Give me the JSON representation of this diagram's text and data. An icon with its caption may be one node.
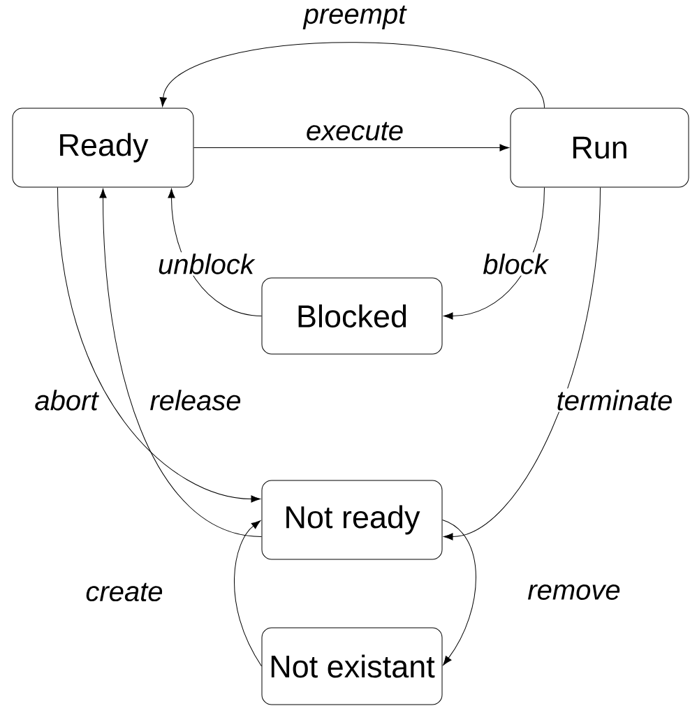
{
  "diagram": {
    "nodes": [
      {
        "text": [
          "Ready"
        ]
      },
      {
        "text": [
          "Run"
        ]
      },
      {
        "text": [
          "Blocked"
        ]
      },
      {
        "text": [
          "Not ready"
        ]
      },
      {
        "text": [
          "Not existant"
        ]
      }
    ],
    "edges": [
      {
        "from": 1,
        "to": 0,
        "arrow": "to",
        "label": "preempt"
      },
      {
        "from": 0,
        "to": 1,
        "arrow": "to",
        "label": "execute"
      },
      {
        "from": 1,
        "to": 2,
        "arrow": "to",
        "label": "block"
      },
      {
        "from": 2,
        "to": 0,
        "arrow": "to",
        "label": "unblock"
      },
      {
        "from": 1,
        "to": 3,
        "arrow": "to",
        "label": "terminate"
      },
      {
        "from": 0,
        "to": 3,
        "arrow": "to",
        "label": "abort"
      },
      {
        "from": 3,
        "to": 0,
        "arrow": "to",
        "label": "release"
      },
      {
        "from": 4,
        "to": 3,
        "arrow": "to",
        "label": "create"
      },
      {
        "from": 3,
        "to": 4,
        "arrow": "to",
        "label": "remove"
      }
    ]
  }
}
